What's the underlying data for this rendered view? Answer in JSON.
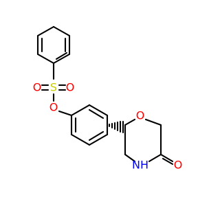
{
  "molecule": {
    "atoms": {
      "sulfur": "S",
      "sulfonyl_oxygen_left": "O",
      "sulfonyl_oxygen_right": "O",
      "ester_oxygen": "O",
      "ring_oxygen": "O",
      "lactam_oxygen": "O",
      "lactam_nitrogen": "NH"
    },
    "colors": {
      "bond": "#000000",
      "oxygen": "#ff0000",
      "sulfur": "#cccc00",
      "nitrogen": "#0000ff",
      "stereo_hash": "#000000"
    }
  }
}
